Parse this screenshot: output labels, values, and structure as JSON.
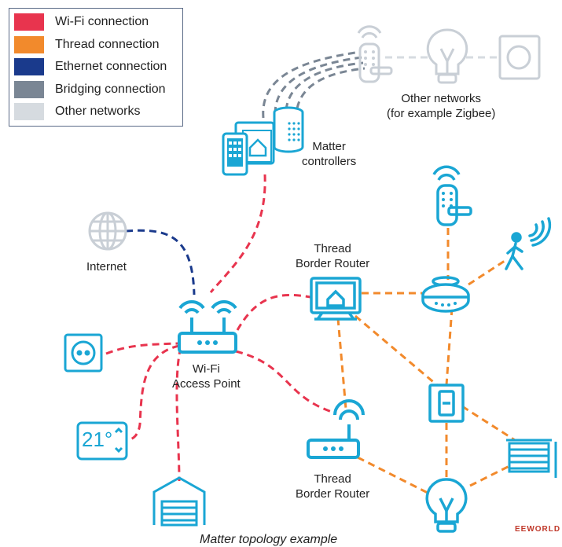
{
  "colors": {
    "wifi": "#e8344e",
    "thread": "#f28a2c",
    "ethernet": "#1a3a8c",
    "bridging": "#7a8694",
    "other": "#d6dbe0",
    "device": "#1aa6d4",
    "device_faded": "#c9cfd6"
  },
  "legend": [
    {
      "key": "wifi",
      "label": "Wi-Fi connection"
    },
    {
      "key": "thread",
      "label": "Thread connection"
    },
    {
      "key": "ethernet",
      "label": "Ethernet connection"
    },
    {
      "key": "bridging",
      "label": "Bridging connection"
    },
    {
      "key": "other",
      "label": "Other networks"
    }
  ],
  "labels": {
    "other_networks_l1": "Other networks",
    "other_networks_l2": "(for example Zigbee)",
    "matter_l1": "Matter",
    "matter_l2": "controllers",
    "internet": "Internet",
    "tbr_top_l1": "Thread",
    "tbr_top_l2": "Border Router",
    "wifi_ap_l1": "Wi-Fi",
    "wifi_ap_l2": "Access Point",
    "tbr_bottom_l1": "Thread",
    "tbr_bottom_l2": "Border Router",
    "thermostat_reading": "21°",
    "caption": "Matter topology example",
    "watermark": "EEWORLD"
  }
}
